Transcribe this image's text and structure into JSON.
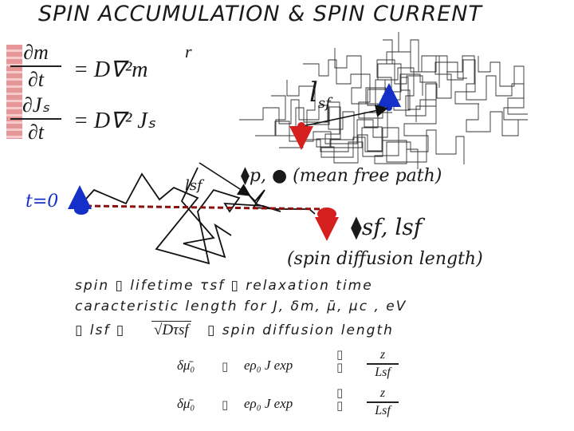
{
  "title": "SPIN ACCUMULATION & SPIN CURRENT",
  "eq1": {
    "num": "∂m",
    "den": "∂t",
    "rhs": "= D∇²m",
    "arrow": "r"
  },
  "eq2": {
    "num": "∂Jₛ",
    "den": "∂t",
    "rhs": "= D∇² Jₛ"
  },
  "lsf_top": "l",
  "lsf_top_sub": "sf",
  "t0_label": "t=0",
  "lsf_walk": "lsf",
  "tau_p_label": "⧫p, ● (mean free path)",
  "tau_sf_label": "⧫sf, lsf",
  "spin_diffusion_label": "(spin diffusion length)",
  "line1": "spin  ▯  lifetime  τsf  ▯  relaxation  time",
  "line2": "caracteristic  length  for  J, δm, μ̄, μc , eV",
  "line3_a": "▯  lsf  ▯",
  "line3_b": "√Dτsf",
  "line3_c": "▯  spin  diffusion  length",
  "eqA": {
    "lhs": "δμ̄₀",
    "sym": "▯",
    "mid": "eρ₀ J exp",
    "box": "▯\n▯",
    "num": "z",
    "den": "Lsf"
  },
  "eqB": {
    "lhs": "δμ̄₀",
    "sym": "▯",
    "mid": "eρ₀ J exp",
    "box": "▯\n▯",
    "num": "z",
    "den": "Lsf"
  },
  "colors": {
    "red": "#d62020",
    "blue": "#1530c8",
    "dark_red": "#8b1010"
  }
}
